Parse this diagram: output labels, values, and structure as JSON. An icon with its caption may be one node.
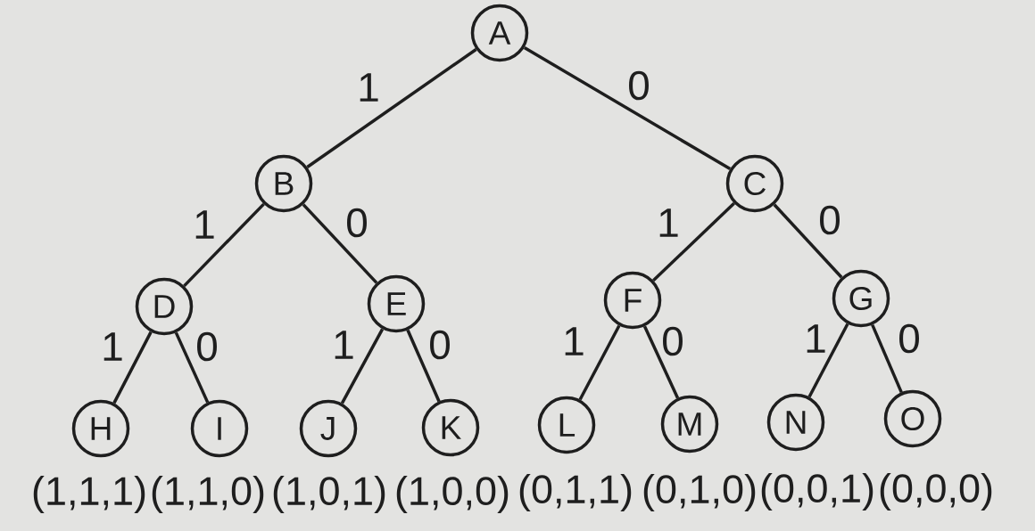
{
  "diagram": {
    "nodes": [
      {
        "text": [
          "A"
        ]
      },
      {
        "text": [
          "B"
        ]
      },
      {
        "text": [
          "C"
        ]
      },
      {
        "text": [
          "D"
        ]
      },
      {
        "text": [
          "E"
        ]
      },
      {
        "text": [
          "F"
        ]
      },
      {
        "text": [
          "G"
        ]
      },
      {
        "text": [
          "H"
        ],
        "beside": [
          "(1,1,1)"
        ]
      },
      {
        "text": [
          "I"
        ],
        "beside": [
          "(1,1,0)"
        ]
      },
      {
        "text": [
          "J"
        ],
        "beside": [
          "(1,0,1)"
        ]
      },
      {
        "text": [
          "K"
        ],
        "beside": [
          "(1,0,0)"
        ]
      },
      {
        "text": [
          "L"
        ],
        "beside": [
          "(0,1,1)"
        ]
      },
      {
        "text": [
          "M"
        ],
        "beside": [
          "(0,1,0)"
        ]
      },
      {
        "text": [
          "N"
        ],
        "beside": [
          "(0,0,1)"
        ]
      },
      {
        "text": [
          "O"
        ],
        "beside": [
          "(0,0,0)"
        ]
      }
    ],
    "edges": [
      {
        "from": 0,
        "to": 1,
        "arrow": "none",
        "label": "1"
      },
      {
        "from": 0,
        "to": 2,
        "arrow": "none",
        "label": "0"
      },
      {
        "from": 1,
        "to": 3,
        "arrow": "none",
        "label": "1"
      },
      {
        "from": 1,
        "to": 4,
        "arrow": "none",
        "label": "0"
      },
      {
        "from": 2,
        "to": 5,
        "arrow": "none",
        "label": "1"
      },
      {
        "from": 2,
        "to": 6,
        "arrow": "none",
        "label": "0"
      },
      {
        "from": 3,
        "to": 7,
        "arrow": "none",
        "label": "1"
      },
      {
        "from": 3,
        "to": 8,
        "arrow": "none",
        "label": "0"
      },
      {
        "from": 4,
        "to": 9,
        "arrow": "none",
        "label": "1"
      },
      {
        "from": 4,
        "to": 10,
        "arrow": "none",
        "label": "0"
      },
      {
        "from": 5,
        "to": 11,
        "arrow": "none",
        "label": "1"
      },
      {
        "from": 5,
        "to": 12,
        "arrow": "none",
        "label": "0"
      },
      {
        "from": 6,
        "to": 13,
        "arrow": "none",
        "label": "1"
      },
      {
        "from": 6,
        "to": 14,
        "arrow": "none",
        "label": "0"
      }
    ]
  }
}
